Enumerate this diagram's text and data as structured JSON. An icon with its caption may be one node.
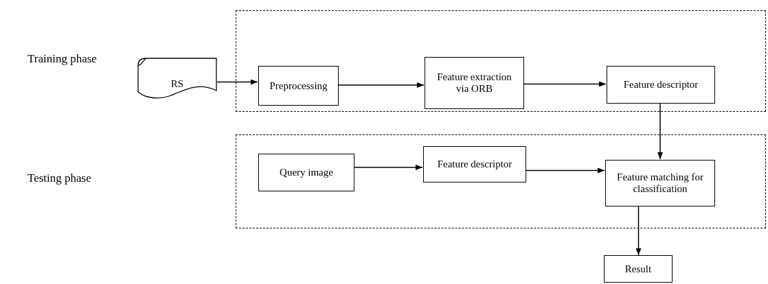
{
  "diagram": {
    "nodes": [
      {
        "text": [],
        "shape": "box"
      },
      {
        "text": [
          "RS"
        ]
      },
      {
        "text": [
          "Preprocessing"
        ],
        "in": 0
      },
      {
        "text": [
          "Feature extraction via ORB"
        ],
        "in": 0
      },
      {
        "text": [
          "Feature descriptor"
        ],
        "in": 0
      },
      {
        "text": [],
        "shape": "box"
      },
      {
        "text": [
          "Query image"
        ],
        "in": 5
      },
      {
        "text": [
          "Feature descriptor"
        ],
        "in": 5
      },
      {
        "text": [
          "Feature matching for classification"
        ],
        "in": 5
      },
      {
        "text": [
          "Result"
        ]
      }
    ],
    "edges": [
      {
        "from": 1,
        "to": 2,
        "arrow": "to"
      },
      {
        "from": 2,
        "to": 3,
        "arrow": "to"
      },
      {
        "from": 3,
        "to": 4,
        "arrow": "to"
      },
      {
        "from": 4,
        "to": 8,
        "arrow": "to"
      },
      {
        "from": 6,
        "to": 7,
        "arrow": "to"
      },
      {
        "from": 7,
        "to": 8,
        "arrow": "to"
      },
      {
        "from": 8,
        "to": 9,
        "arrow": "to"
      }
    ],
    "labels": [
      "Training phase",
      "Testing phase"
    ]
  }
}
